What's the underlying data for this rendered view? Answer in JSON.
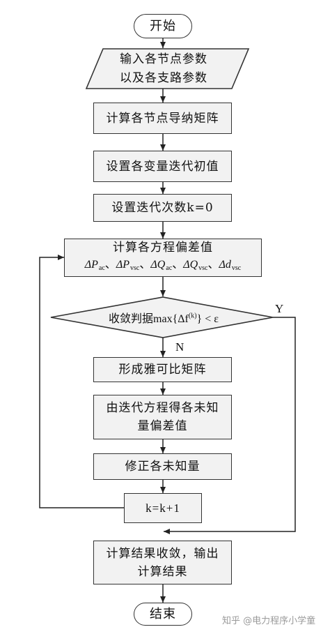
{
  "flowchart": {
    "start": "开始",
    "input_line1": "输入各节点参数",
    "input_line2": "以及各支路参数",
    "step_admittance": "计算各节点导纳矩阵",
    "step_initial": "设置各变量迭代初值",
    "step_counter": "设置迭代次数k=0",
    "step_mismatch": "计算各方程偏差值",
    "mismatch_terms": [
      "ΔP",
      "ac",
      "ΔP",
      "vsc",
      "ΔQ",
      "ac",
      "ΔQ",
      "vsc",
      "Δd",
      "vsc"
    ],
    "mismatch_separator": "、",
    "decision_prefix": "收敛判据",
    "decision_math": "max{Δf",
    "decision_sup": "(k)",
    "decision_suffix": "} < ε",
    "yes_label": "Y",
    "no_label": "N",
    "step_jacobian": "形成雅可比矩阵",
    "step_solve_line1": "由迭代方程得各未知",
    "step_solve_line2": "量偏差值",
    "step_correct": "修正各未知量",
    "step_increment": "k=k+1",
    "step_result_line1": "计算结果收敛，输出",
    "step_result_line2": "计算结果",
    "end": "结束"
  },
  "watermark": "知乎 @电力程序小学童"
}
